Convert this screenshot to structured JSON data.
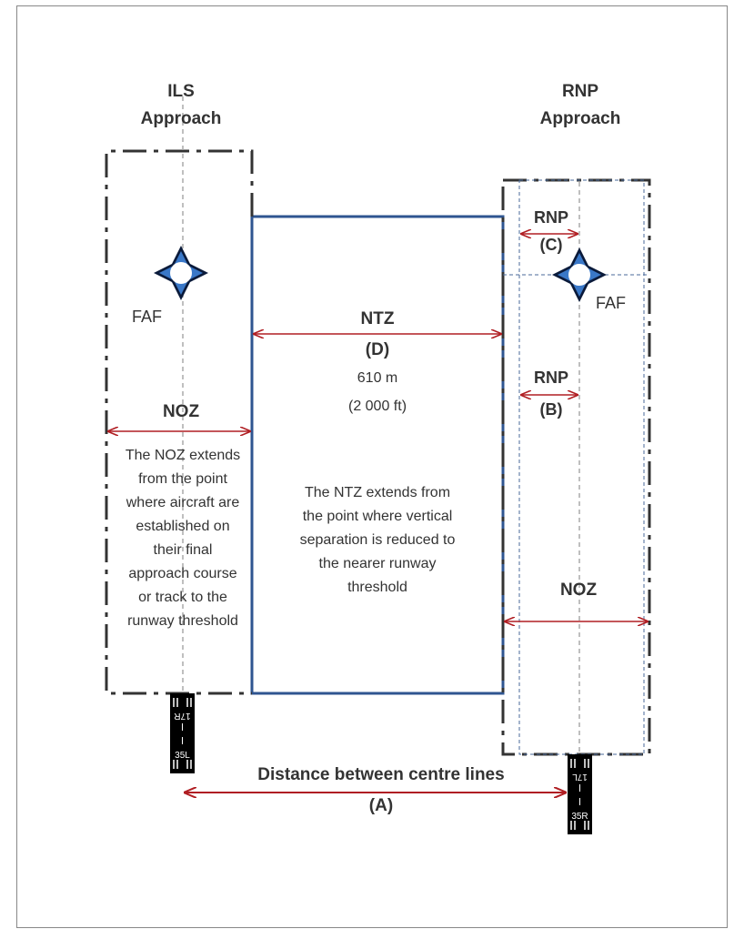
{
  "ils": {
    "title_line1": "ILS",
    "title_line2": "Approach",
    "faf_label": "FAF"
  },
  "rnp": {
    "title_line1": "RNP",
    "title_line2": "Approach",
    "faf_label": "FAF",
    "rnp_c_line1": "RNP",
    "rnp_c_line2": "(C)",
    "rnp_b_line1": "RNP",
    "rnp_b_line2": "(B)",
    "noz_label": "NOZ"
  },
  "ntz": {
    "label_line1": "NTZ",
    "label_line2": "(D)",
    "dist_line1": "610 m",
    "dist_line2": "(2 000 ft)",
    "desc": [
      "The NTZ extends from",
      "the point where vertical",
      "separation is reduced to",
      "the nearer runway",
      "threshold"
    ]
  },
  "noz": {
    "label": "NOZ",
    "desc": [
      "The NOZ extends",
      "from the point",
      "where aircraft are",
      "established on",
      "their final",
      "approach course",
      "or track to the",
      "runway threshold"
    ]
  },
  "distance": {
    "line1": "Distance between centre lines",
    "line2": "(A)"
  },
  "runways": {
    "left": {
      "top": "17R",
      "bottom": "35L"
    },
    "right": {
      "top": "17L",
      "bottom": "35R"
    }
  },
  "colors": {
    "arrow": "#b01e23",
    "ntz_border": "#2f5590",
    "zone_border": "#333333",
    "rnp_dash": "#4a6a9a"
  }
}
